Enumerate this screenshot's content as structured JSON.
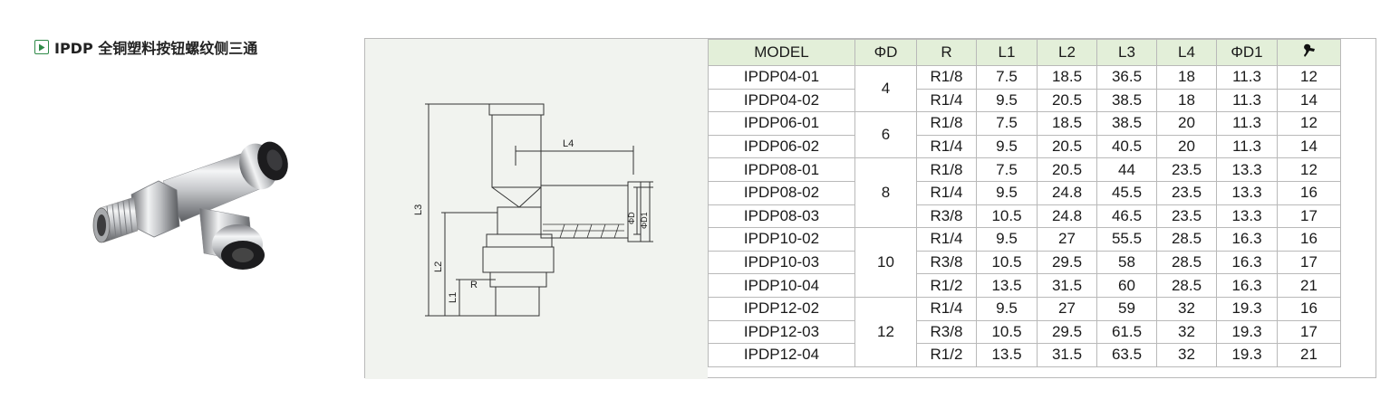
{
  "title": {
    "text": "IPDP 全铜塑料按钮螺纹侧三通",
    "icon": "play-square-icon",
    "accent": "#2f8a48"
  },
  "drawing": {
    "labels": {
      "l1": "L1",
      "l2": "L2",
      "l3": "L3",
      "l4": "L4",
      "r": "R",
      "d": "ΦD",
      "d1": "ΦD1"
    }
  },
  "table": {
    "header_bg": "#e3efd9",
    "headers": [
      "MODEL",
      "ΦD",
      "R",
      "L1",
      "L2",
      "L3",
      "L4",
      "ΦD1"
    ],
    "wrench_icon": "wrench-icon",
    "groups": [
      {
        "diameter": "4",
        "rows": [
          {
            "model": "IPDP04-01",
            "r": "R1/8",
            "l1": "7.5",
            "l2": "18.5",
            "l3": "36.5",
            "l4": "18",
            "d1": "11.3",
            "w": "12"
          },
          {
            "model": "IPDP04-02",
            "r": "R1/4",
            "l1": "9.5",
            "l2": "20.5",
            "l3": "38.5",
            "l4": "18",
            "d1": "11.3",
            "w": "14"
          }
        ]
      },
      {
        "diameter": "6",
        "rows": [
          {
            "model": "IPDP06-01",
            "r": "R1/8",
            "l1": "7.5",
            "l2": "18.5",
            "l3": "38.5",
            "l4": "20",
            "d1": "11.3",
            "w": "12"
          },
          {
            "model": "IPDP06-02",
            "r": "R1/4",
            "l1": "9.5",
            "l2": "20.5",
            "l3": "40.5",
            "l4": "20",
            "d1": "11.3",
            "w": "14"
          }
        ]
      },
      {
        "diameter": "8",
        "rows": [
          {
            "model": "IPDP08-01",
            "r": "R1/8",
            "l1": "7.5",
            "l2": "20.5",
            "l3": "44",
            "l4": "23.5",
            "d1": "13.3",
            "w": "12"
          },
          {
            "model": "IPDP08-02",
            "r": "R1/4",
            "l1": "9.5",
            "l2": "24.8",
            "l3": "45.5",
            "l4": "23.5",
            "d1": "13.3",
            "w": "16"
          },
          {
            "model": "IPDP08-03",
            "r": "R3/8",
            "l1": "10.5",
            "l2": "24.8",
            "l3": "46.5",
            "l4": "23.5",
            "d1": "13.3",
            "w": "17"
          }
        ]
      },
      {
        "diameter": "10",
        "rows": [
          {
            "model": "IPDP10-02",
            "r": "R1/4",
            "l1": "9.5",
            "l2": "27",
            "l3": "55.5",
            "l4": "28.5",
            "d1": "16.3",
            "w": "16"
          },
          {
            "model": "IPDP10-03",
            "r": "R3/8",
            "l1": "10.5",
            "l2": "29.5",
            "l3": "58",
            "l4": "28.5",
            "d1": "16.3",
            "w": "17"
          },
          {
            "model": "IPDP10-04",
            "r": "R1/2",
            "l1": "13.5",
            "l2": "31.5",
            "l3": "60",
            "l4": "28.5",
            "d1": "16.3",
            "w": "21"
          }
        ]
      },
      {
        "diameter": "12",
        "rows": [
          {
            "model": "IPDP12-02",
            "r": "R1/4",
            "l1": "9.5",
            "l2": "27",
            "l3": "59",
            "l4": "32",
            "d1": "19.3",
            "w": "16"
          },
          {
            "model": "IPDP12-03",
            "r": "R3/8",
            "l1": "10.5",
            "l2": "29.5",
            "l3": "61.5",
            "l4": "32",
            "d1": "19.3",
            "w": "17"
          },
          {
            "model": "IPDP12-04",
            "r": "R1/2",
            "l1": "13.5",
            "l2": "31.5",
            "l3": "63.5",
            "l4": "32",
            "d1": "19.3",
            "w": "21"
          }
        ]
      }
    ]
  }
}
